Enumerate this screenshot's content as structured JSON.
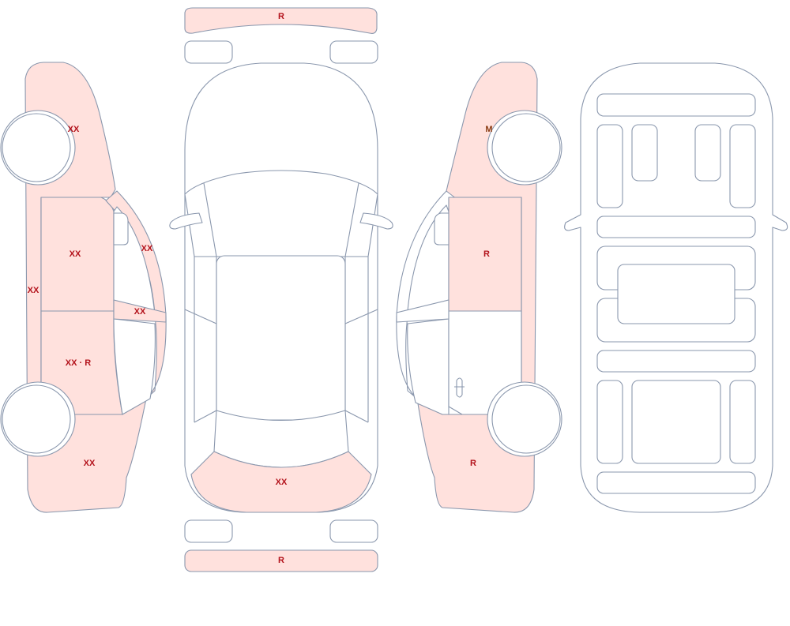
{
  "colors": {
    "outline": "#8a97ad",
    "damage_fill": "#ffe1dd",
    "label_red": "#b3121b",
    "label_brown": "#8a3b12"
  },
  "labels": {
    "front_bumper": "R",
    "rear_bumper": "R",
    "hood": "XX",
    "left_front_fender": "XX",
    "left_front_door": "XX",
    "left_rocker": "XX",
    "left_a_pillar": "XX",
    "left_mirror": "XX",
    "left_rear_door": "XX · R",
    "left_rear_quarter": "XX",
    "right_front_fender": "M",
    "right_front_door": "R",
    "right_rear_quarter": "R"
  }
}
